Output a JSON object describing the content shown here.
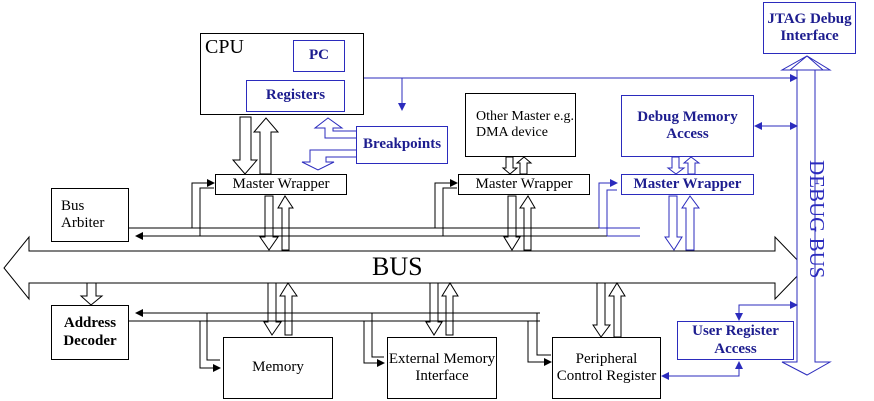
{
  "colors": {
    "black": "#000000",
    "debug_blue": "#2b2bbd",
    "debug_text": "#1d1d8f"
  },
  "labels": {
    "cpu": "CPU",
    "pc": "PC",
    "registers": "Registers",
    "breakpoints": "Breakpoints",
    "master_wrapper_cpu": "Master Wrapper",
    "master_wrapper_dma": "Master Wrapper",
    "master_wrapper_debug": "Master Wrapper",
    "other_master": "Other Master e.g. DMA device",
    "debug_memory_access": "Debug Memory Access",
    "jtag": "JTAG Debug Interface",
    "bus_arbiter": "Bus Arbiter",
    "bus": "BUS",
    "debug_bus": "DEBUG BUS",
    "address_decoder": "Address Decoder",
    "memory": "Memory",
    "external_memory": "External Memory Interface",
    "peripheral": "Peripheral Control Register",
    "user_register": "User Register Access"
  }
}
